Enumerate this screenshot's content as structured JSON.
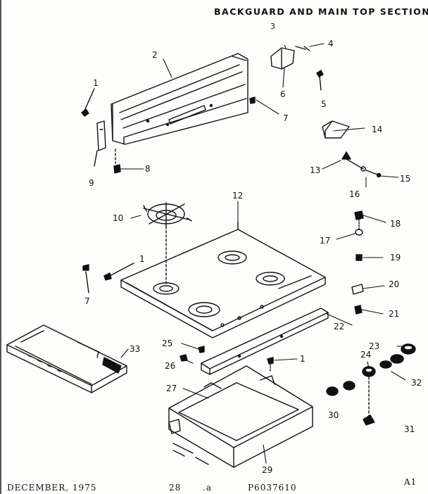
{
  "title": "BACKGUARD AND MAIN TOP SECTION",
  "subtitle": "3",
  "footer": {
    "date": "DECEMBER, 1975",
    "page_num": "28",
    "mark": ".a",
    "part_number": "P6037610",
    "sheet": "A1"
  },
  "callouts": [
    "1",
    "2",
    "4",
    "6",
    "5",
    "7",
    "9",
    "8",
    "14",
    "13",
    "16",
    "15",
    "10",
    "12",
    "18",
    "17",
    "19",
    "1",
    "7",
    "20",
    "21",
    "22",
    "33",
    "25",
    "23",
    "26",
    "1",
    "24",
    "32",
    "27",
    "30",
    "31",
    "29"
  ],
  "colors": {
    "ink": "#111111",
    "paper": "#fdfdfb"
  }
}
